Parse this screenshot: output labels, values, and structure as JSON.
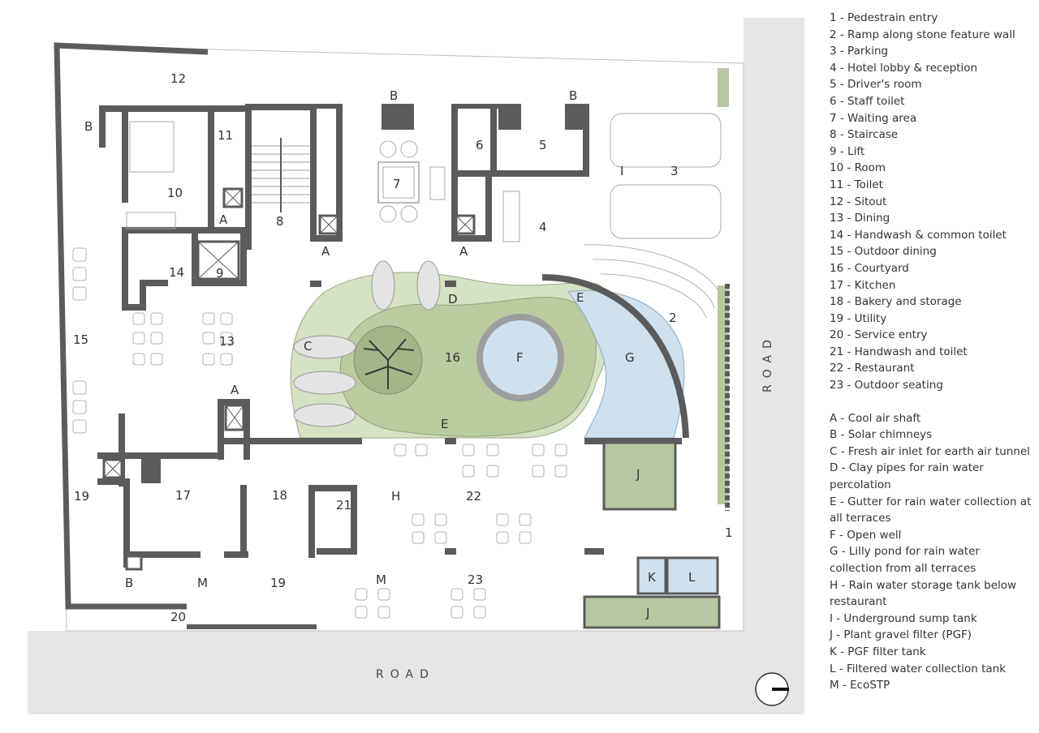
{
  "legend_numbers": [
    "1 - Pedestrain entry",
    "2 - Ramp along stone feature wall",
    "3 - Parking",
    "4 - Hotel lobby & reception",
    "5 - Driver's room",
    "6 - Staff toilet",
    "7 - Waiting area",
    "8 - Staircase",
    "9 - Lift",
    "10 - Room",
    "11 - Toilet",
    "12 - Sitout",
    "13 - Dining",
    "14 - Handwash & common toilet",
    "15 - Outdoor dining",
    "16 - Courtyard",
    "17 - Kitchen",
    "18 - Bakery and storage",
    "19 - Utility",
    "20 - Service entry",
    "21 -  Handwash and toilet",
    "22 - Restaurant",
    "23 - Outdoor seating"
  ],
  "legend_letters": [
    "A - Cool air shaft",
    "B - Solar chimneys",
    "C - Fresh air inlet for earth air tunnel",
    "D - Clay pipes for rain water percolation",
    "E - Gutter for rain water collection at all terraces",
    "F - Open well",
    "G - Lilly pond for  rain water collection from all terraces",
    "H - Rain water storage tank below restaurant",
    "I - Underground sump tank",
    "J - Plant gravel filter (PGF)",
    "K - PGF filter tank",
    "L - Filtered water collection tank",
    "M - EcoSTP"
  ],
  "road_bottom": "ROAD",
  "road_right": "ROAD",
  "plan_labels": {
    "n1": "1",
    "n2": "2",
    "n3": "3",
    "n4": "4",
    "n5": "5",
    "n6": "6",
    "n7": "7",
    "n8": "8",
    "n9": "9",
    "n10": "10",
    "n11": "11",
    "n12": "12",
    "n13": "13",
    "n14": "14",
    "n15": "15",
    "n16": "16",
    "n17": "17",
    "n18": "18",
    "n19a": "19",
    "n19b": "19",
    "n20": "20",
    "n21": "21",
    "n22": "22",
    "n23": "23",
    "A1": "A",
    "A2": "A",
    "A3": "A",
    "A4": "A",
    "B1": "B",
    "B2": "B",
    "B3": "B",
    "B4": "B",
    "C": "C",
    "D": "D",
    "E1": "E",
    "E2": "E",
    "F": "F",
    "G": "G",
    "H": "H",
    "I": "I",
    "J1": "J",
    "J2": "J",
    "K": "K",
    "L": "L",
    "M1": "M",
    "M2": "M"
  },
  "colors": {
    "wall": "#5b5b5b",
    "road": "#e6e6e6",
    "lawn": "#b9c9a4",
    "courtyard": "#c9d8b4",
    "pond": "#cfe1ee",
    "well": "#cfe1ee",
    "filter": "#b7c7a1"
  }
}
